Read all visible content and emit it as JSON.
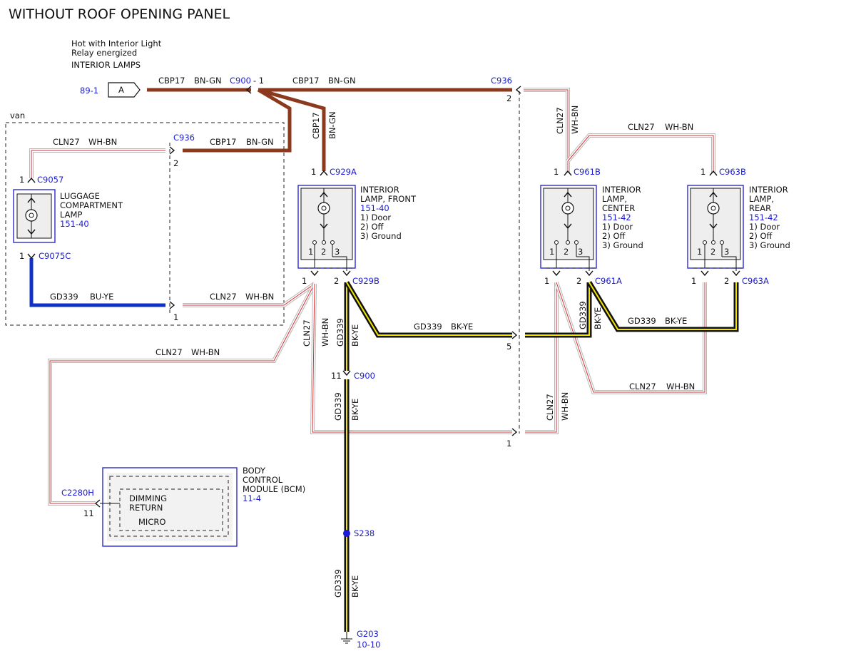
{
  "title": "WITHOUT ROOF OPENING PANEL",
  "header_notes": [
    "Hot with Interior Light",
    "Relay energized",
    "INTERIOR LAMPS"
  ],
  "source": {
    "ref": "89-1",
    "tag": "A"
  },
  "van_label": "van",
  "wire_circuits": {
    "cbp17": "CBP17",
    "bn_gn": "BN-GN",
    "cln27": "CLN27",
    "wh_bn": "WH-BN",
    "gd339": "GD339",
    "bk_ye": "BK-YE",
    "bu_ye": "BU-YE"
  },
  "wire_colors": {
    "brown": "#8b3a1e",
    "blue": "#1030c8",
    "black": "#111111",
    "yellow": "#f2e600",
    "white_trace": "#d83030",
    "box": "#2b2bd0"
  },
  "connectors": {
    "c900": "C900",
    "c936": "C936",
    "c9057": "C9057",
    "c9075c": "C9075C",
    "c929a": "C929A",
    "c929b": "C929B",
    "c961b": "C961B",
    "c961a": "C961A",
    "c963b": "C963B",
    "c963a": "C963A",
    "c2280h": "C2280H"
  },
  "pins": {
    "p1": "1",
    "p2": "2",
    "p3": "3",
    "p5": "5",
    "p11": "11"
  },
  "pin_prefixed": "- 1",
  "luggage_lamp": {
    "lines": [
      "LUGGAGE",
      "COMPARTMENT",
      "LAMP"
    ],
    "ref": "151-40"
  },
  "front_lamp": {
    "lines": [
      "INTERIOR",
      "LAMP, FRONT"
    ],
    "ref": "151-40",
    "modes": [
      "1) Door",
      "2) Off",
      "3) Ground"
    ]
  },
  "center_lamp": {
    "lines": [
      "INTERIOR",
      "LAMP,",
      "CENTER"
    ],
    "ref": "151-42",
    "modes": [
      "1) Door",
      "2) Off",
      "3) Ground"
    ]
  },
  "rear_lamp": {
    "lines": [
      "INTERIOR",
      "LAMP,",
      "REAR"
    ],
    "ref": "151-42",
    "modes": [
      "1) Door",
      "2) Off",
      "3) Ground"
    ]
  },
  "bcm": {
    "lines": [
      "BODY",
      "CONTROL",
      "MODULE (BCM)"
    ],
    "ref": "11-4",
    "inner": [
      "DIMMING",
      "RETURN"
    ],
    "micro": "MICRO"
  },
  "splice": "S238",
  "ground": {
    "id": "G203",
    "ref": "10-10"
  }
}
